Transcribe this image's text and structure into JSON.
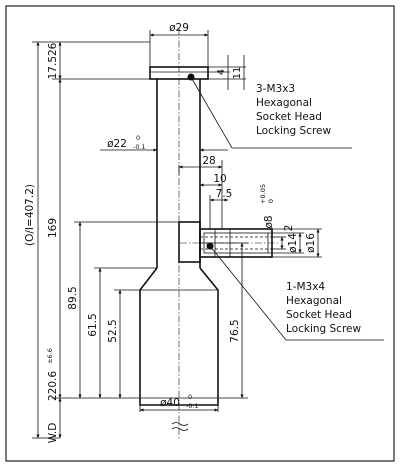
{
  "dims": {
    "top_dia": "ø29",
    "top_len": "17.526",
    "collar_h1": "4",
    "collar_h2": "11",
    "shaft_dia": "ø22",
    "shaft_dia_tol_up": "0",
    "shaft_dia_tol_low": "-0.1",
    "port_offset": "28",
    "port_len": "10",
    "port_len2": "7.5",
    "port_hole": "ø8",
    "port_hole_tol_up": "+0.05",
    "port_hole_tol_low": "0",
    "port_h": "2",
    "port_d1": "ø14",
    "port_d2": "ø16",
    "overall": "(O/I=407.2)",
    "shaft_len": "169",
    "to_lens": "89.5",
    "lens_len1": "61.5",
    "lens_len2": "52.5",
    "lens_len3": "76.5",
    "wd_label": "W.D",
    "wd_value": "220.6",
    "wd_tol": "±6.6",
    "bottom_dia": "ø40",
    "bottom_dia_tol_up": "0",
    "bottom_dia_tol_low": "-0.1"
  },
  "notes": {
    "screw1_line1": "3-M3x3",
    "screw1_line2": "Hexagonal",
    "screw1_line3": "Socket Head",
    "screw1_line4": "Locking Screw",
    "screw2_line1": "1-M3x4",
    "screw2_line2": "Hexagonal",
    "screw2_line3": "Socket Head",
    "screw2_line4": "Locking Screw"
  }
}
